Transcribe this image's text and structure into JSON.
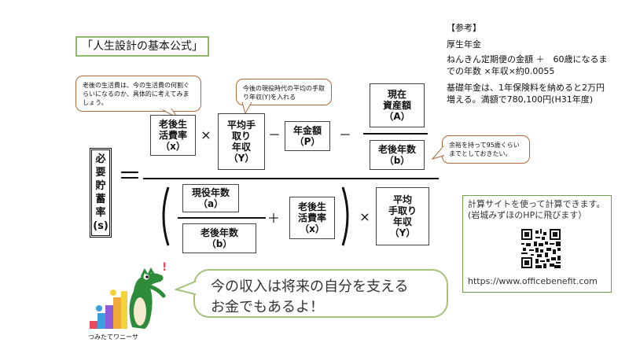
{
  "title": "「人生設計の基本公式」",
  "reference": {
    "heading": "【参考】",
    "line1": "厚生年金",
    "line2": "ねんきん定期便の金額 ＋　60歳になるま",
    "line3": "での年数 ×年収×約0.0055",
    "line4": "基礎年金は、1年保険料を納めると2万円",
    "line5": "増える。満額で780,100円(H31年度)"
  },
  "callouts": {
    "living_cost": "老後の生活費は、今の生活費の何割ぐらいになるのか、具体的に考えてみましょう。",
    "income": "今後の現役時代の平均の手取り年収(Y)を入れる",
    "years": "余裕を持って95歳くらいまでとしておきたい。"
  },
  "formula": {
    "result": [
      "必",
      "要",
      "貯",
      "蓄",
      "率",
      "(s)"
    ],
    "equals": "＝",
    "times": "×",
    "minus": "－",
    "plus": "＋",
    "living_ratio": [
      "老後生",
      "活費率",
      "（x）"
    ],
    "avg_income": [
      "平均手",
      "取り",
      "年収",
      "（Y）"
    ],
    "pension": [
      "年金額",
      "（P）"
    ],
    "current_assets": [
      "現在",
      "資産額",
      "（A）"
    ],
    "retire_years": [
      "老後年数",
      "（b）"
    ],
    "working_years": [
      "現役年数",
      "（a）"
    ],
    "retire_years2": [
      "老後年数",
      "（b）"
    ],
    "living_ratio2": [
      "老後生",
      "活費率",
      "（x）"
    ],
    "avg_income2": [
      "平均",
      "手取り",
      "年収",
      "（Y）"
    ]
  },
  "qr_panel": {
    "line1": "計算サイトを使って計算できます。",
    "line2": "(岩城みずほのHPに飛びます）",
    "url": "https://www.officebenefit.com"
  },
  "speech": {
    "line1": "今の収入は将来の自分を支える",
    "line2": "お金でもあるよ！"
  },
  "mascot": {
    "name": "つみたてワニーサ",
    "exclaim": "!",
    "color": "#2e8b3a"
  }
}
